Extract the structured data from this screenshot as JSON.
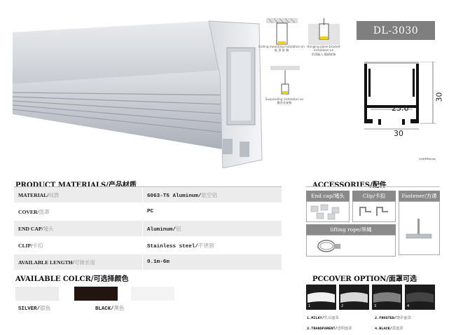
{
  "model": "DL-3030",
  "installation": [
    {
      "caption": "Ceiling mounting instalation on",
      "caption_cn": "吸 顶 安 装"
    },
    {
      "caption": "Hanging plane bracket instalation on",
      "caption_cn": "吊顶嵌入 插接安装"
    },
    {
      "caption": "Suspending instalation on",
      "caption_cn": "悬吊式安装"
    }
  ],
  "dimensions": {
    "inner_width": "25.6",
    "width": "30",
    "height": "30",
    "scale_note": "Unit/MM(mm)"
  },
  "materials": {
    "title": "PRODUCT MATERIALS/产品材质",
    "rows": [
      {
        "label": "MATERIAL/",
        "label_cn": "材质",
        "value": "6063-T5 Aluminum/",
        "value_cn": "航空铝"
      },
      {
        "label": "COVER/",
        "label_cn": "面罩",
        "value": "PC",
        "value_cn": ""
      },
      {
        "label": "END CAP/",
        "label_cn": "堵头",
        "value": "Aluminum/",
        "value_cn": "铝"
      },
      {
        "label": "CLIP/",
        "label_cn": "卡扣",
        "value": "Stainless steel/",
        "value_cn": "不锈钢"
      },
      {
        "label": "AVAILABLE LENGTH/",
        "label_cn": "可做长度",
        "value": "0.1m-6m",
        "value_cn": ""
      }
    ]
  },
  "accessories": {
    "title": "ACCESSORIES/配件",
    "end_cap": "End cap/堵头",
    "clip": "Clip/卡扣",
    "fastener": "Fastener/方通",
    "lifting_rope": "lifting rope/吊绳"
  },
  "colors": {
    "title": "AVAILABLE COLCR/可选择颜色",
    "items": [
      {
        "label": "SILVER/",
        "label_cn": "银色",
        "hex": "#ececec"
      },
      {
        "label": "BLACK/",
        "label_cn": "黑色",
        "hex": "#221511"
      },
      {
        "label": "",
        "label_cn": "",
        "hex": "#f3f3f3"
      }
    ]
  },
  "cover_options": {
    "title": "PCCOVER OPTION/面罩可选",
    "items": [
      {
        "num": "1",
        "label": "1.MILKY/",
        "label_cn": "乳白面罩"
      },
      {
        "num": "2",
        "label": "2.FROSTED/",
        "label_cn": "磨砂面罩"
      },
      {
        "num": "3",
        "label": "3.TRANSPARENT/",
        "label_cn": "透明面罩"
      },
      {
        "num": "4",
        "label": "4.BLACK/",
        "label_cn": "黑面罩"
      }
    ]
  }
}
